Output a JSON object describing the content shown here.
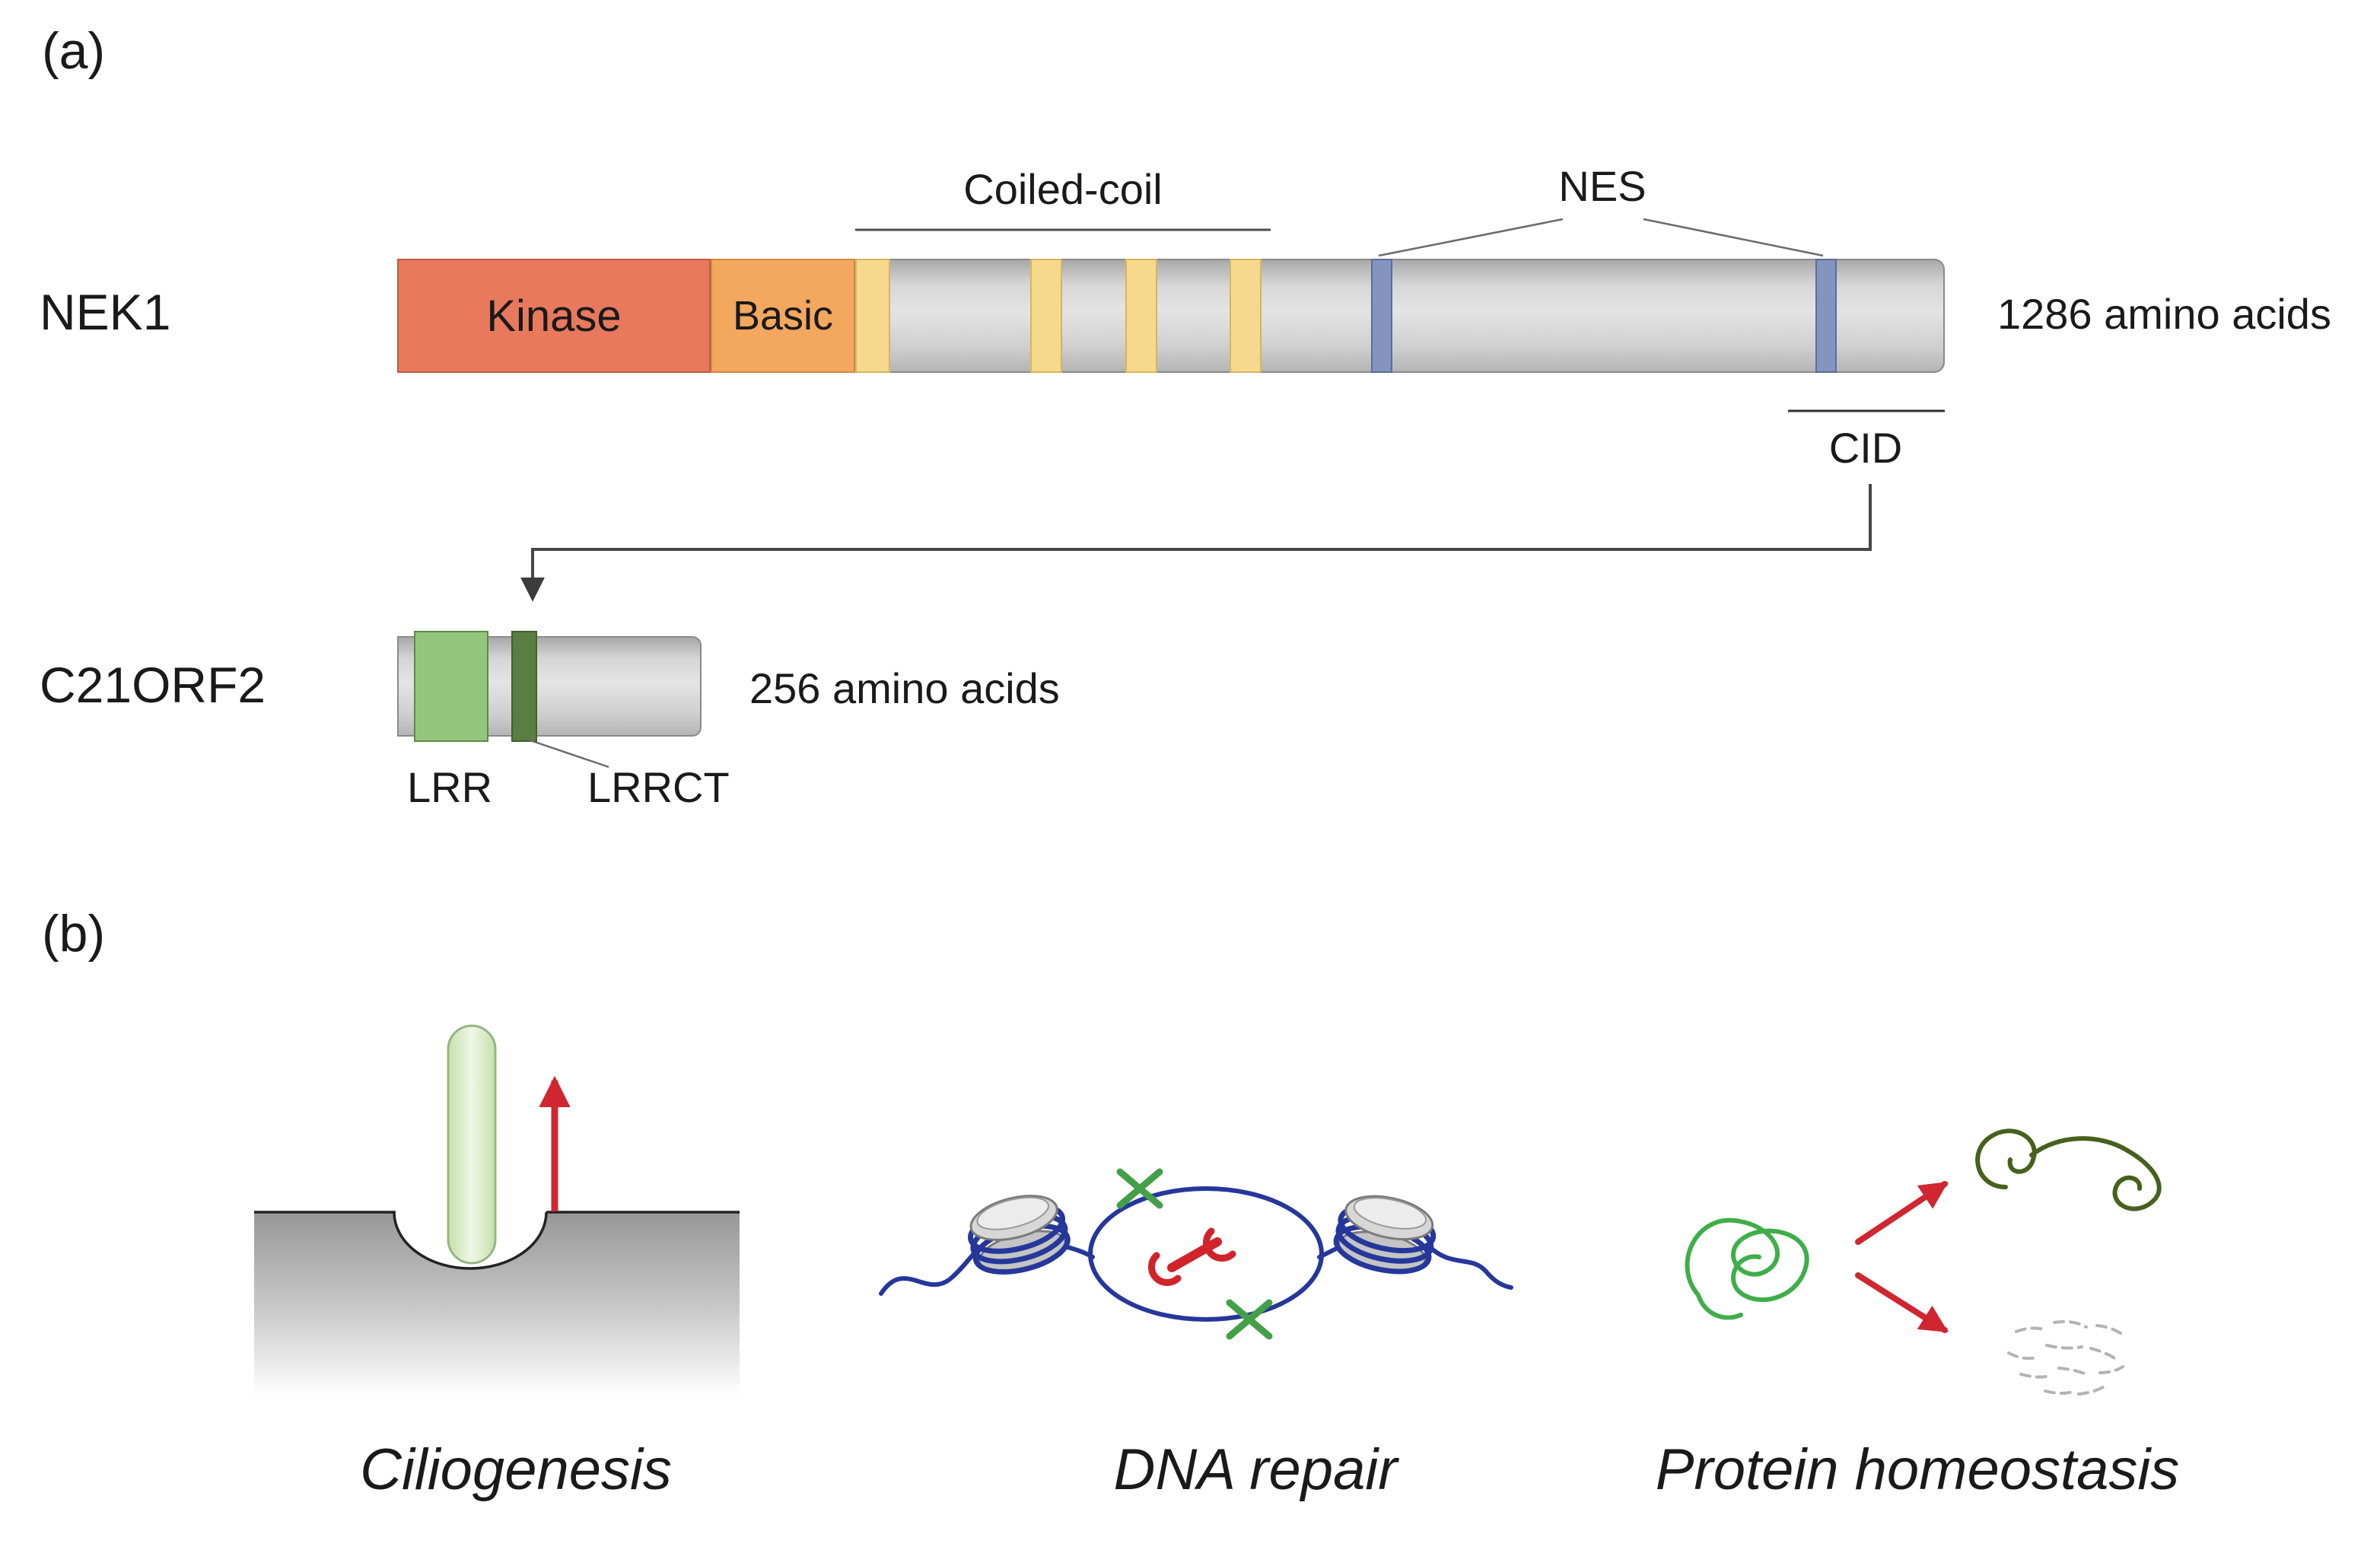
{
  "figure": {
    "panel_a": {
      "label": "(a)",
      "nek1": {
        "name": "NEK1",
        "length_label": "1286 amino acids",
        "domains": {
          "kinase": "Kinase",
          "basic": "Basic",
          "coiled_coil": "Coiled-coil",
          "nes": "NES",
          "cid": "CID"
        }
      },
      "c21orf2": {
        "name": "C21ORF2",
        "length_label": "256 amino acids",
        "domains": {
          "lrr": "LRR",
          "lrrct": "LRRCT"
        }
      }
    },
    "panel_b": {
      "label": "(b)",
      "functions": [
        {
          "label": "Ciliogenesis"
        },
        {
          "label": "DNA repair"
        },
        {
          "label": "Protein homeostasis"
        }
      ]
    },
    "colors": {
      "kinase_fill": "#e8795c",
      "basic_fill": "#f3a75f",
      "coiled_coil_stripe": "#f6d98c",
      "nes_stripe": "#8395bf",
      "bar_gray": "#d2d2d2",
      "lrr_fill": "#93c57d",
      "lrrct_fill": "#5a7d41",
      "dna_blue": "#26379b",
      "accent_red": "#d1232a",
      "protein_green": "#3fae49",
      "folded_green": "#46611d",
      "cilium_green": "#d9ecc5"
    }
  }
}
